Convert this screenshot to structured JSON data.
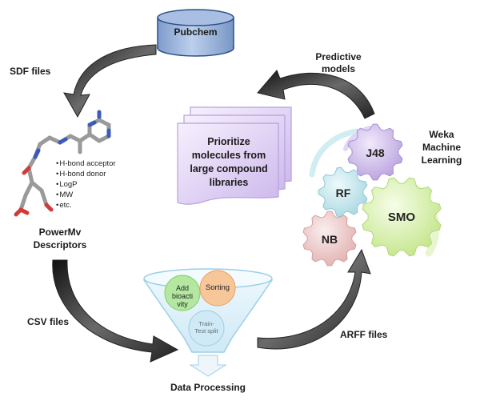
{
  "source": {
    "label": "Pubchem"
  },
  "edges": {
    "sdf": "SDF files",
    "csv": "CSV files",
    "arff": "ARFF files",
    "predictive_line1": "Predictive",
    "predictive_line2": "models"
  },
  "descriptors": {
    "title_line1": "PowerMv",
    "title_line2": "Descriptors",
    "items": [
      "H-bond acceptor",
      "H-bond donor",
      "LogP",
      "MW",
      "etc."
    ]
  },
  "processing": {
    "title": "Data Processing",
    "add_line1": "Add",
    "add_line2": "bioacti",
    "add_line3": "vity",
    "sorting": "Sorting",
    "split_line1": "Train-",
    "split_line2": "Test split"
  },
  "weka": {
    "line1": "Weka",
    "line2": "Machine",
    "line3": "Learning",
    "algorithms": [
      "J48",
      "RF",
      "SMO",
      "NB"
    ]
  },
  "output": {
    "line1": "Prioritize",
    "line2": "molecules from",
    "line3": "large compound",
    "line4": "libraries"
  },
  "colors": {
    "pubchem_fill": "#9fb8dc",
    "arrow": "#3a3a3a",
    "j48": "#c9b6e6",
    "rf": "#bfe3ea",
    "smo": "#d6f0a4",
    "nb": "#efc9c9",
    "pages": "#ddd0f0",
    "bubble_green": "#b4e8a0",
    "bubble_orange": "#f7c79a",
    "bubble_blue": "#cfeaf5"
  }
}
